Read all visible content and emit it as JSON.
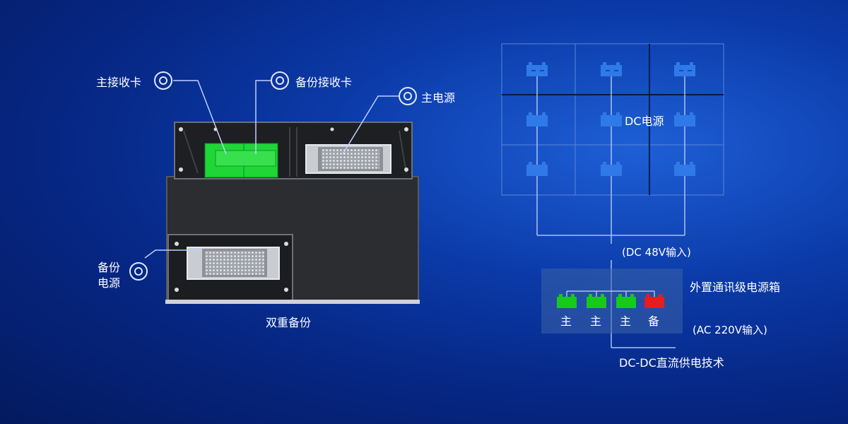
{
  "left": {
    "main_receiver": "主接收卡",
    "backup_receiver": "备份接收卡",
    "main_power": "主电源",
    "backup_power_line1": "备份",
    "backup_power_line2": "电源",
    "caption": "双重备份"
  },
  "right": {
    "dc_power": "DC电源",
    "dc48": "(DC 48V输入)",
    "box_title": "外置通讯级电源箱",
    "ac220": "(AC 220V输入)",
    "tech": "DC-DC直流供电技术",
    "units": [
      "主",
      "主",
      "主",
      "备"
    ]
  },
  "colors": {
    "main_unit": "#16c91a",
    "backup_unit": "#e51d1d",
    "battery": "#2f7ae8"
  }
}
